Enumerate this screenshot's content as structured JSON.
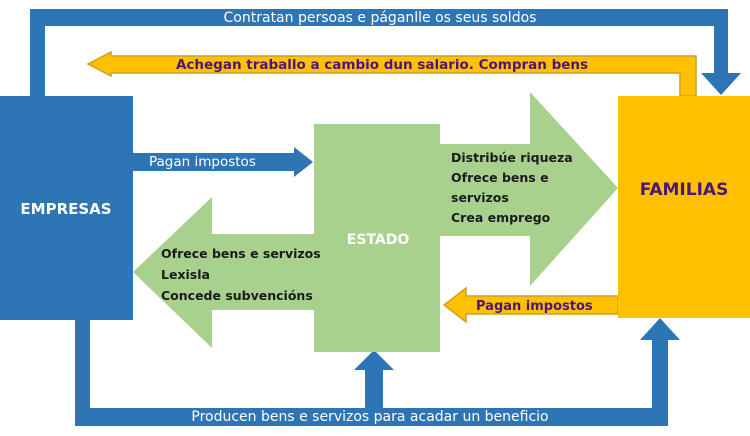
{
  "nodes": {
    "empresas": "EMPRESAS",
    "estado": "ESTADO",
    "familias": "FAMILIAS"
  },
  "flows": {
    "top_outer": "Contratan persoas e páganlle os seus soldos",
    "top_inner": "Achegan traballo a cambio dun salario. Compran bens",
    "empresas_taxes": "Pagan impostos",
    "familias_taxes": "Pagan impostos",
    "bottom_outer": "Producen bens e servizos para acadar un beneficio"
  },
  "estado_to_familias": [
    "Distribúe riqueza",
    "Ofrece bens e",
    "servizos",
    "Crea emprego"
  ],
  "estado_to_empresas": [
    "Ofrece bens e servizos",
    "Lexisla",
    "Concede subvencións"
  ],
  "colors": {
    "blue": "#2E75B6",
    "orange": "#FFC000",
    "orange_border": "#C9A227",
    "green": "#A9D18E",
    "purple": "#4B1777",
    "text_dark": "#1a1a1a",
    "white": "#ffffff"
  }
}
